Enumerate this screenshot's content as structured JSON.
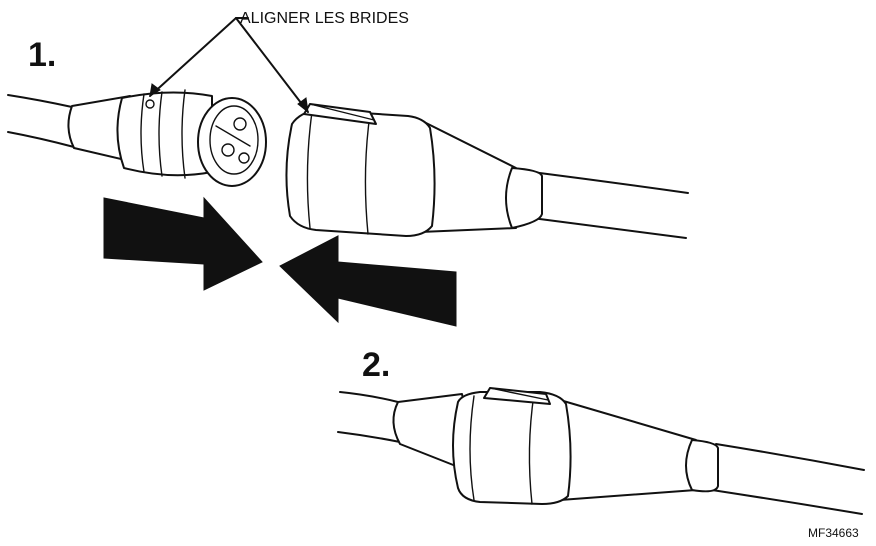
{
  "labels": {
    "step_1": "1.",
    "step_2": "2.",
    "callout": "ALIGNER LES BRIDES",
    "figure_code": "MF34663"
  },
  "colors": {
    "line": "#111111",
    "background": "#ffffff"
  }
}
